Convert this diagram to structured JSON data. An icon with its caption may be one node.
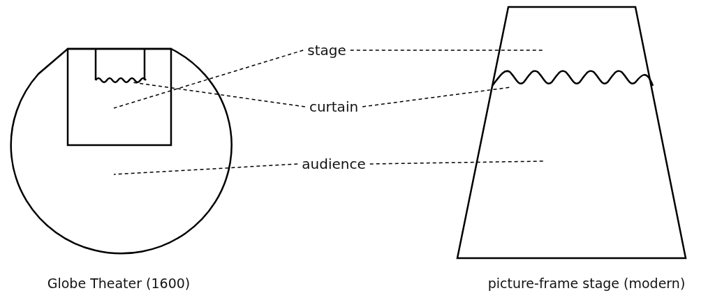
{
  "diagram": {
    "nodes": [
      {
        "text": [
          "stage"
        ]
      },
      {
        "text": [
          "curtain"
        ]
      },
      {
        "text": [
          "audience"
        ]
      }
    ],
    "edges": [
      {
        "from": 0,
        "to": null,
        "arrow": "none",
        "style": "dashed"
      },
      {
        "from": 0,
        "to": null,
        "arrow": "none",
        "style": "dashed"
      },
      {
        "from": 1,
        "to": null,
        "arrow": "none",
        "style": "dashed"
      },
      {
        "from": 1,
        "to": null,
        "arrow": "none",
        "style": "dashed"
      },
      {
        "from": 2,
        "to": null,
        "arrow": "none",
        "style": "dashed"
      },
      {
        "from": 2,
        "to": null,
        "arrow": "none",
        "style": "dashed"
      }
    ],
    "labels": [
      "Globe Theater (1600)",
      "picture-frame stage (modern)"
    ]
  }
}
